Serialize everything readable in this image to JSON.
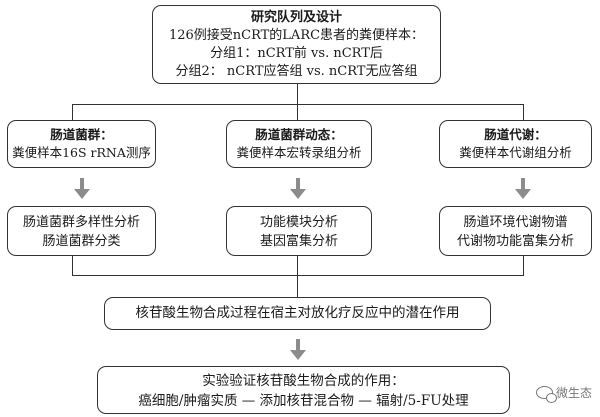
{
  "top_box": {
    "title": "研究队列及设计",
    "line1": "126例接受nCRT的LARC患者的粪便样本：",
    "line2": "分组1：nCRT前 vs. nCRT后",
    "line3": "分组2： nCRT应答组 vs. nCRT无应答组"
  },
  "columns": [
    {
      "title": "肠道菌群：",
      "subtitle": "粪便样本16S rRNA测序",
      "results": [
        "肠道菌群多样性分析",
        "肠道菌群分类"
      ]
    },
    {
      "title": "肠道菌群动态：",
      "subtitle": "粪便样本宏转录组分析",
      "results": [
        "功能模块分析",
        "基因富集分析"
      ]
    },
    {
      "title": "肠道代谢：",
      "subtitle": "粪便样本代谢组分析",
      "results": [
        "肠道环境代谢物谱",
        "代谢物功能富集分析"
      ]
    }
  ],
  "summary_box": {
    "text": "核苷酸生物合成过程在宿主对放化疗反应中的潜在作用"
  },
  "bottom_box": {
    "line1": "实验验证核苷酸生物合成的作用：",
    "line2": "癌细胞/肿瘤实质 — 添加核苷混合物 — 辐射/5-FU处理"
  },
  "watermark": {
    "text": "微生态",
    "icon": "wechat-icon"
  },
  "colors": {
    "border": "#333333",
    "arrow": "#8c8c8c",
    "text": "#1a1a1a"
  }
}
